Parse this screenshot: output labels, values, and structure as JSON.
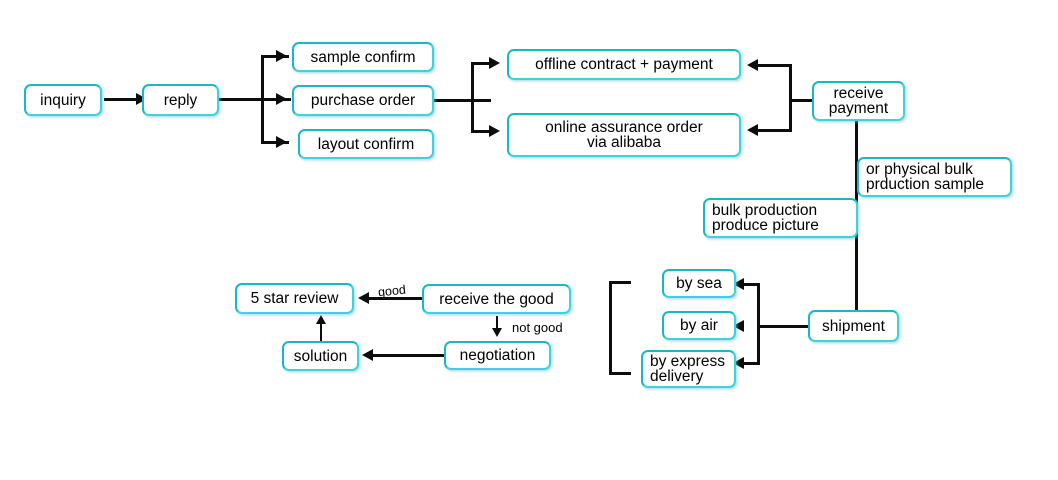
{
  "diagram": {
    "title": "Alibaba order process flowchart",
    "accent_color": "#3fd2dd",
    "accent_dark": "#18b9c4",
    "line_color": "#0d0d0d",
    "background": "#ffffff"
  },
  "nodes": {
    "inquiry": "inquiry",
    "reply": "reply",
    "sample_confirm": "sample confirm",
    "purchase_order": "purchase order",
    "layout_confirm": "layout confirm",
    "offline_contract": "offline contract + payment",
    "online_assurance": "online assurance order\nvia alibaba",
    "receive_payment": "receive\npayment",
    "physical_sample": "or physical bulk\nprduction sample",
    "bulk_production": "bulk production\nproduce picture",
    "shipment": "shipment",
    "by_sea": "by sea",
    "by_air": "by air",
    "by_express": "by express\ndelivery",
    "receive_the_good": "receive the good",
    "five_star_review": "5 star review",
    "negotiation": "negotiation",
    "solution": "solution"
  },
  "edge_labels": {
    "good": "good",
    "not_good": "not good"
  }
}
